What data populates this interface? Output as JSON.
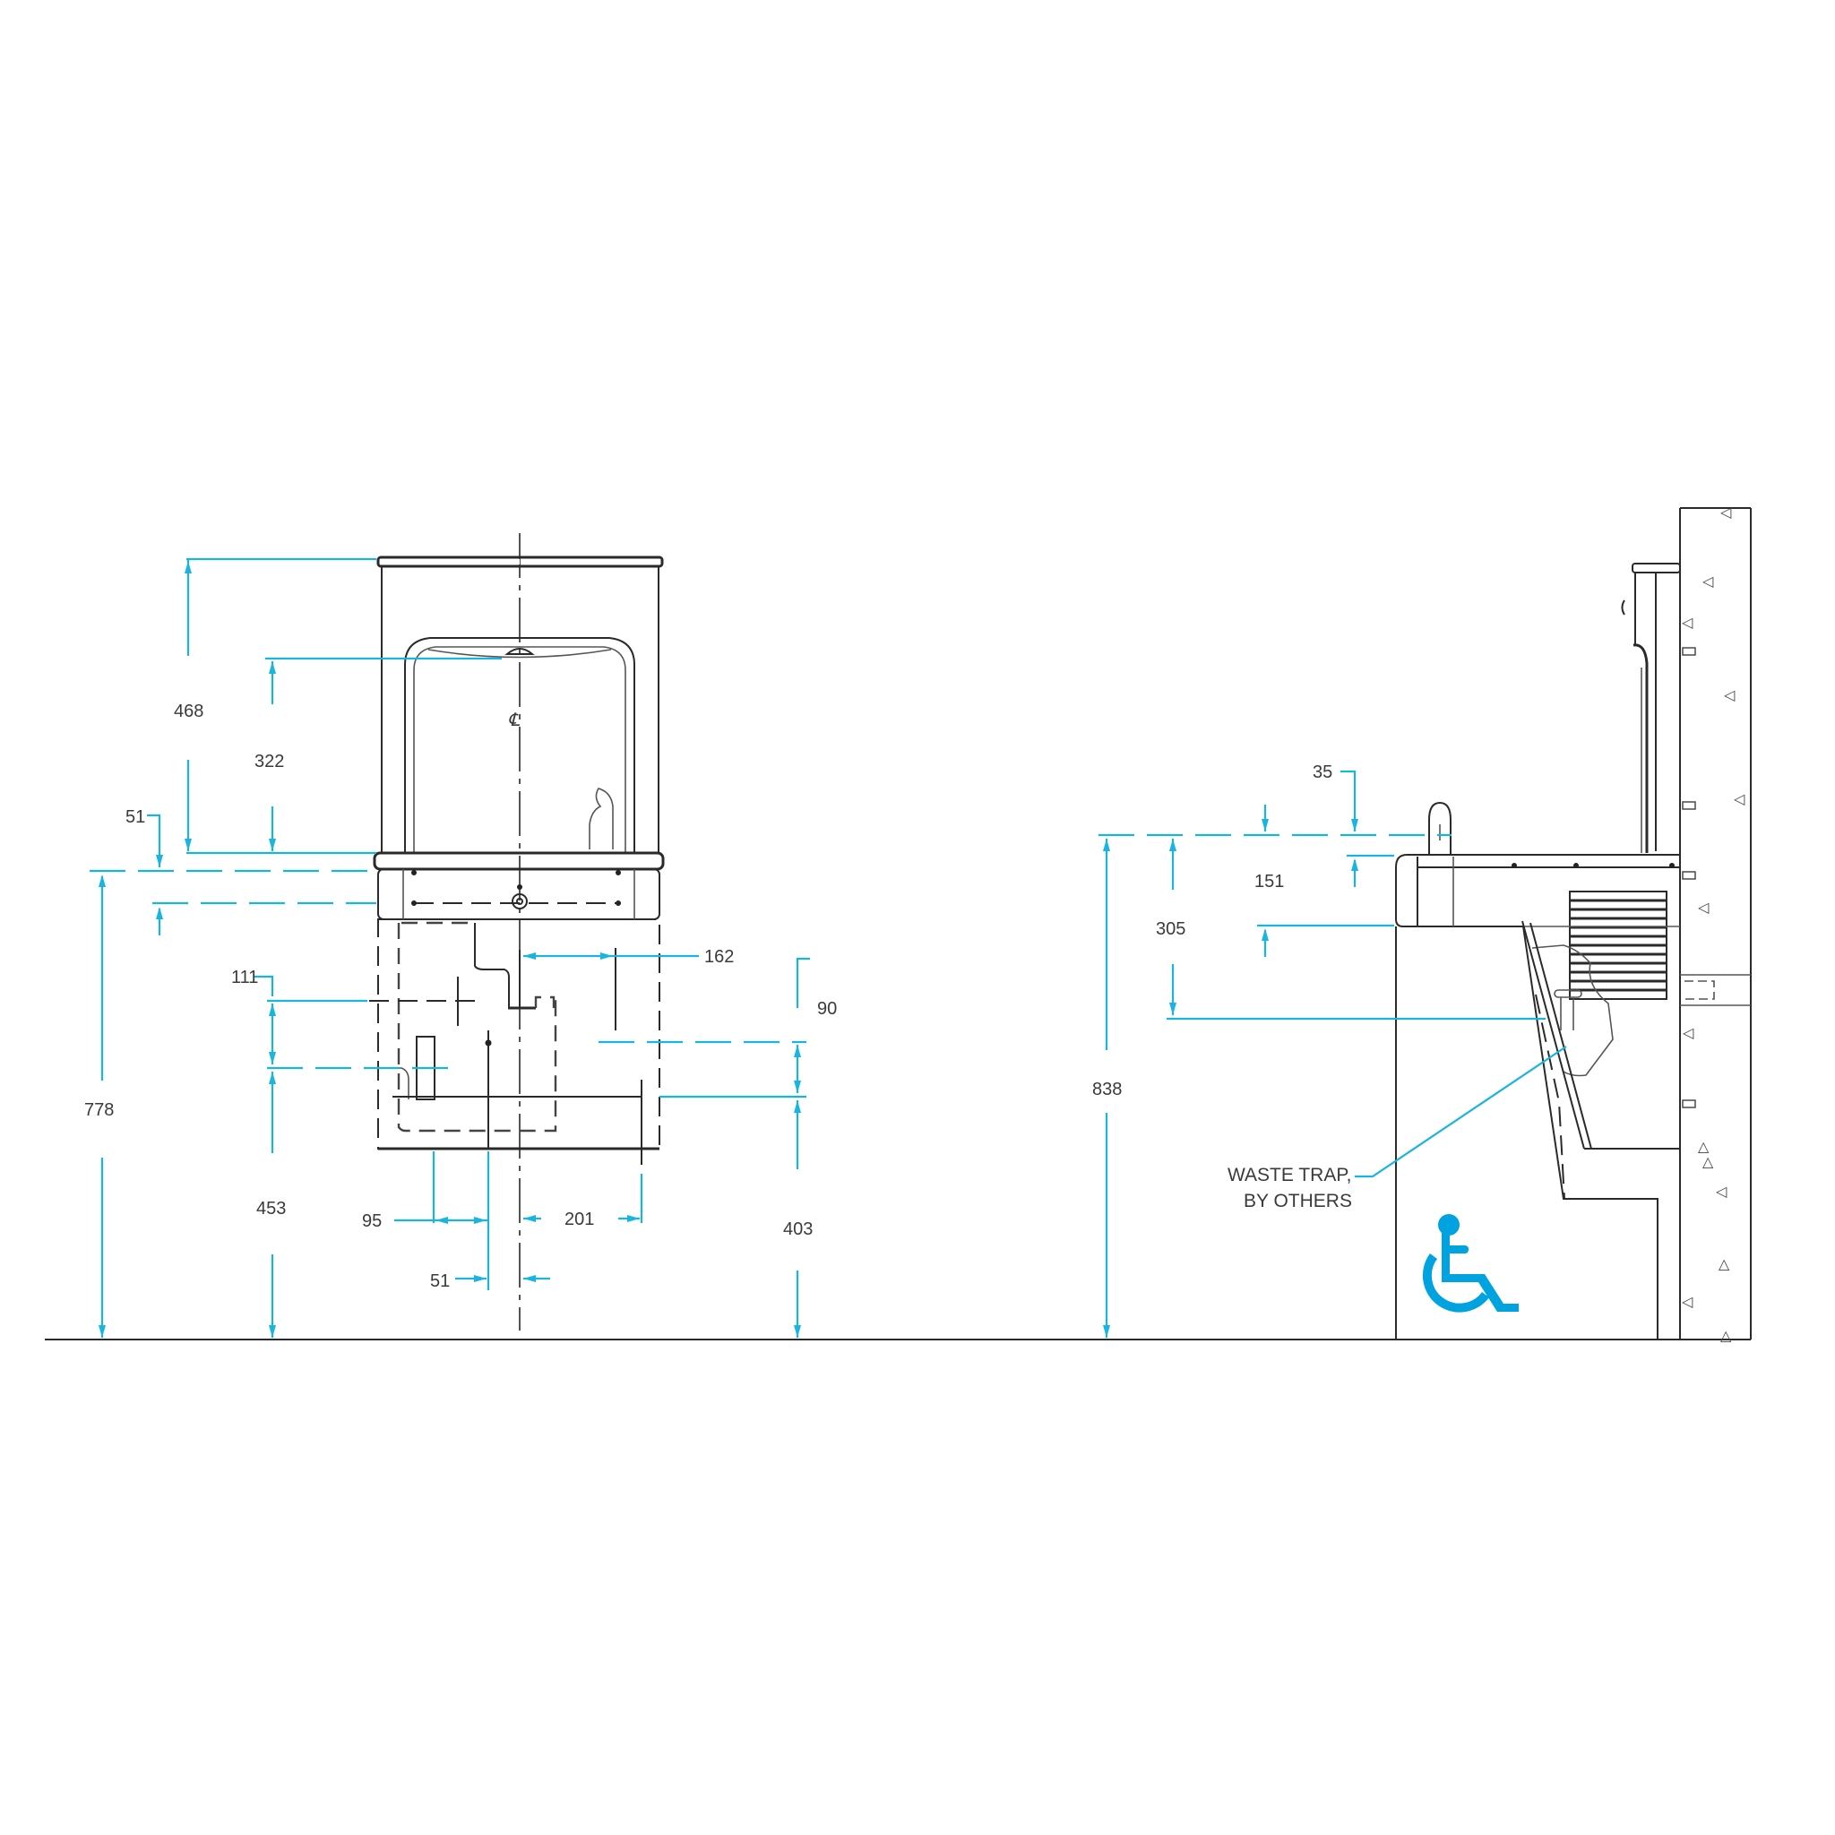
{
  "drawing": {
    "title": "Bottle filler / drinking fountain dimensional drawing",
    "colors": {
      "dimension": "#1ab4e0",
      "linework": "#2a2a2a",
      "accessibility_symbol": "#00a3e0",
      "background": "#ffffff"
    },
    "front_view": {
      "centerline_symbol": "℄",
      "dimensions": {
        "overall_height_upper": "468",
        "bottle_filler_height": "322",
        "bumper_offset": "51",
        "rim_height": "778",
        "drain_offset": "162",
        "supply_offset": "111",
        "supply_height": "453",
        "electrical_offset": "90",
        "electrical_height": "403",
        "supply_horizontal": "95",
        "drain_horizontal": "201",
        "center_offset": "51"
      }
    },
    "side_view": {
      "dimensions": {
        "bubbler_offset": "35",
        "bubbler_to_rim": "151",
        "knee_clearance": "305",
        "floor_to_bubbler": "838"
      },
      "annotation_line1": "WASTE TRAP,",
      "annotation_line2": "BY OTHERS",
      "accessibility_icon": "wheelchair-icon"
    }
  }
}
